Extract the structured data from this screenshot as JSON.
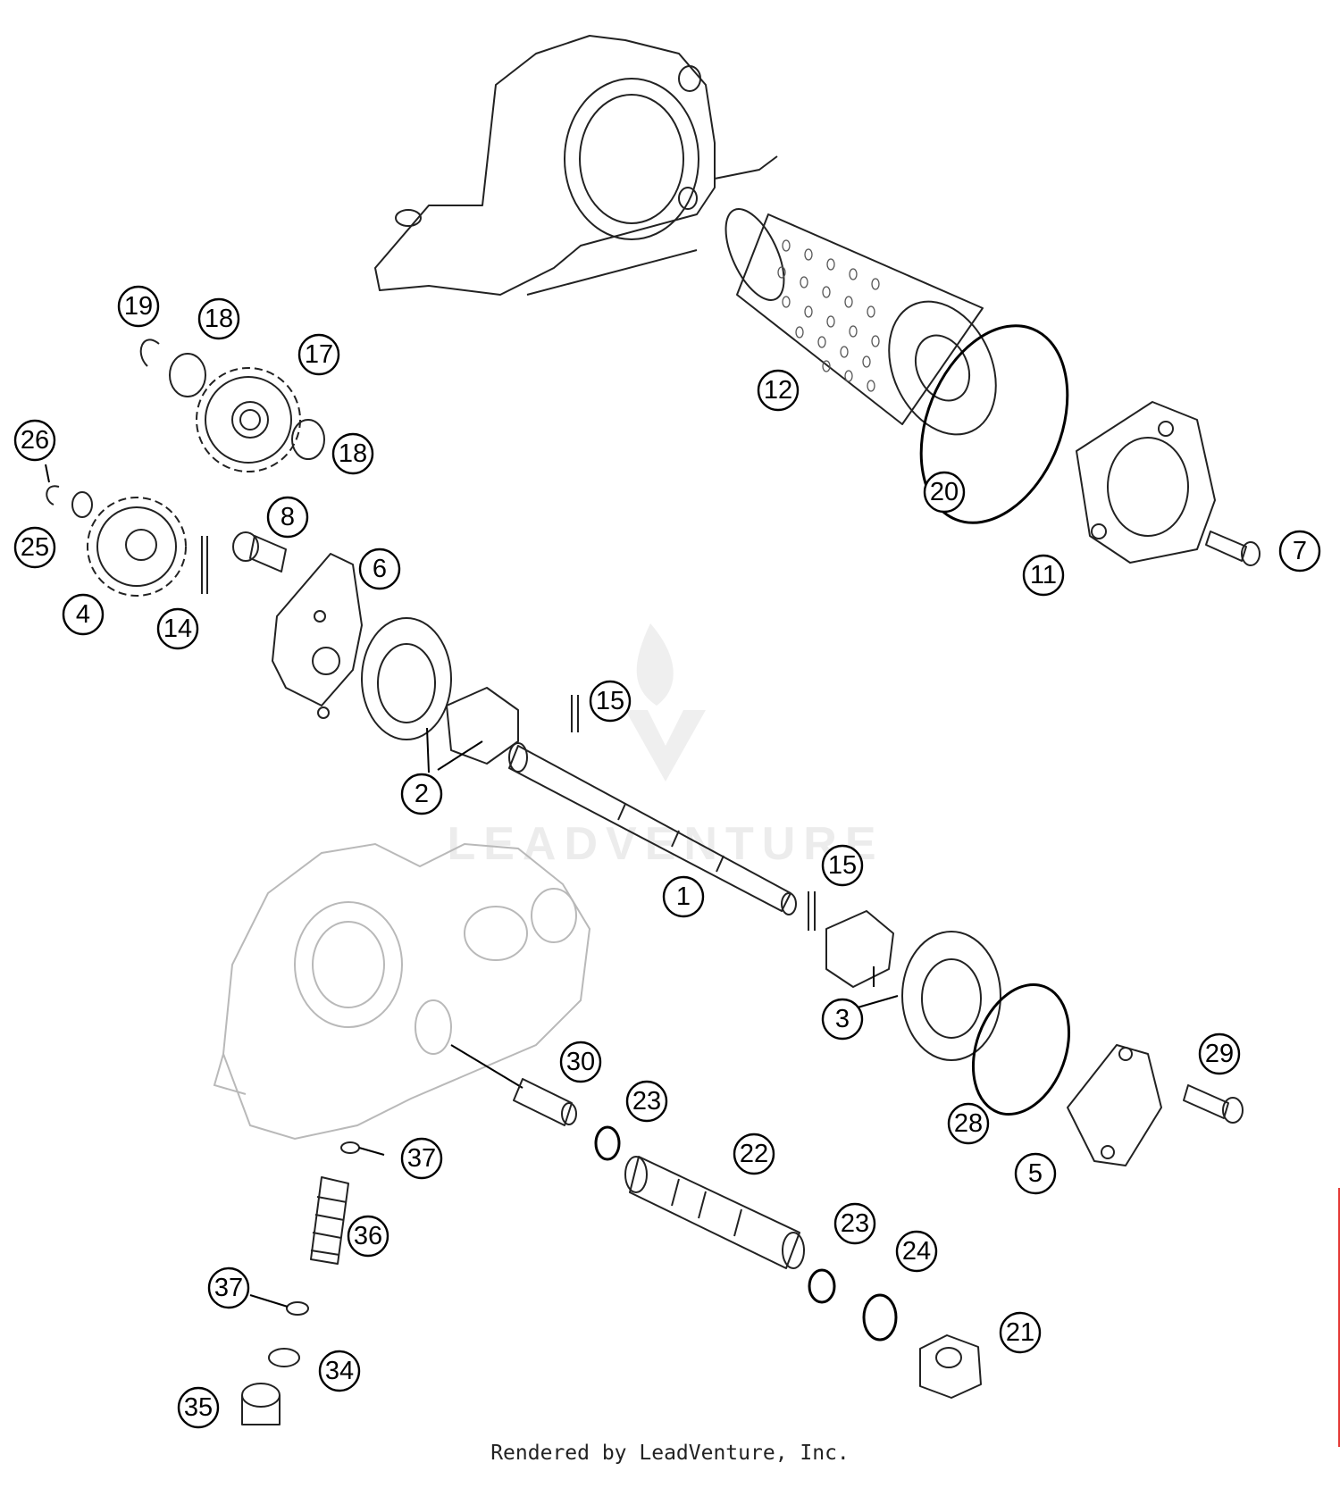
{
  "footer": "Rendered by LeadVenture, Inc.",
  "watermark": "LEADVENTURE",
  "callouts": [
    {
      "label": "19"
    },
    {
      "label": "18"
    },
    {
      "label": "17"
    },
    {
      "label": "18"
    },
    {
      "label": "26"
    },
    {
      "label": "25"
    },
    {
      "label": "4"
    },
    {
      "label": "14"
    },
    {
      "label": "8"
    },
    {
      "label": "6"
    },
    {
      "label": "12"
    },
    {
      "label": "20"
    },
    {
      "label": "11"
    },
    {
      "label": "7"
    },
    {
      "label": "15"
    },
    {
      "label": "2"
    },
    {
      "label": "1"
    },
    {
      "label": "15"
    },
    {
      "label": "3"
    },
    {
      "label": "30"
    },
    {
      "label": "23"
    },
    {
      "label": "22"
    },
    {
      "label": "37"
    },
    {
      "label": "36"
    },
    {
      "label": "28"
    },
    {
      "label": "5"
    },
    {
      "label": "29"
    },
    {
      "label": "23"
    },
    {
      "label": "24"
    },
    {
      "label": "37"
    },
    {
      "label": "21"
    },
    {
      "label": "34"
    },
    {
      "label": "35"
    }
  ]
}
